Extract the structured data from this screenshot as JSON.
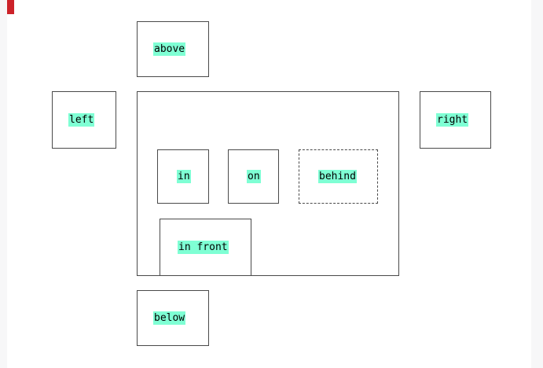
{
  "page": {
    "background_color": "#f7f7f8",
    "canvas_color": "#ffffff"
  },
  "marker": {
    "name": "crimson-marker",
    "color": "#cc2229"
  },
  "highlight_color": "#7fffd4",
  "border_color": "#4a4a4a",
  "boxes": {
    "above": {
      "label": "above",
      "border_style": "solid"
    },
    "left": {
      "label": "left",
      "border_style": "solid"
    },
    "right": {
      "label": "right",
      "border_style": "solid"
    },
    "container": {
      "label": "",
      "border_style": "solid"
    },
    "in": {
      "label": "in",
      "border_style": "solid"
    },
    "on": {
      "label": "on",
      "border_style": "solid"
    },
    "behind": {
      "label": "behind",
      "border_style": "dashed"
    },
    "in_front": {
      "label": "in front",
      "border_style": "solid"
    },
    "below": {
      "label": "below",
      "border_style": "solid"
    }
  }
}
